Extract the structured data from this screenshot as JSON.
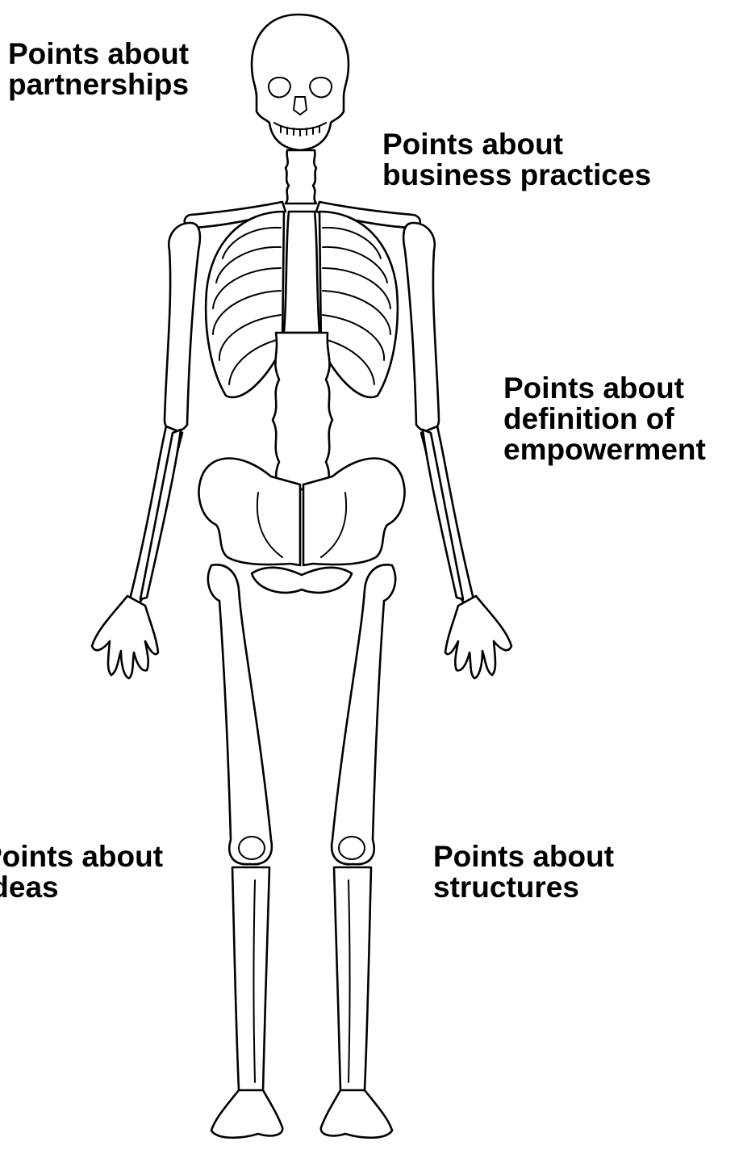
{
  "labels": {
    "partnerships": {
      "line1": "Points about",
      "line2": "partnerships"
    },
    "business_practices": {
      "line1": "Points about",
      "line2": "business practices"
    },
    "empowerment": {
      "line1": "Points about",
      "line2": "definition of",
      "line3": "empowerment"
    },
    "ideas": {
      "line1": "Points about",
      "line2": "ideas"
    },
    "structures": {
      "line1": "Points about",
      "line2": "structures"
    }
  },
  "colors": {
    "ink": "#000000",
    "background": "#ffffff"
  }
}
